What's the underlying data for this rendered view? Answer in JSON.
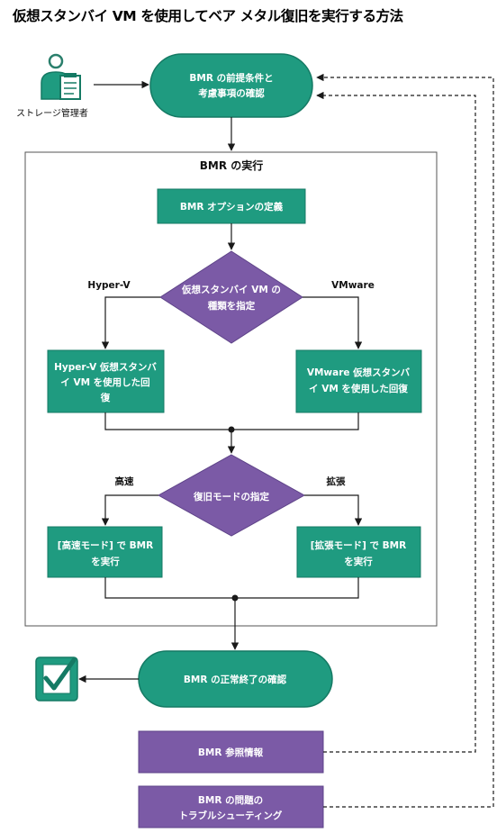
{
  "title": "仮想スタンバイ VM を使用してベア メタル復旧を実行する方法",
  "colors": {
    "teal": "#1f9b80",
    "teal_dark": "#157a64",
    "purple": "#7b5aa6",
    "purple_dark": "#5e4388",
    "line": "#1a1a1a"
  },
  "actor": {
    "label": "ストレージ管理者",
    "icon": "storage-admin-icon"
  },
  "nodes": {
    "prereq": [
      "BMR の前提条件と",
      "考慮事項の確認"
    ],
    "bmr_group": "BMR の実行",
    "define_options": "BMR オプションの定義",
    "vm_type": [
      "仮想スタンバイ VM の",
      "種類を指定"
    ],
    "hyperv_recover": [
      "Hyper-V 仮想スタンバ",
      "イ VM を使用した回",
      "復"
    ],
    "vmware_recover": [
      "VMware 仮想スタンバ",
      "イ VM を使用した回復"
    ],
    "recovery_mode": "復旧モードの指定",
    "express": [
      "[高速モード] で BMR",
      "を実行"
    ],
    "advanced": [
      "[拡張モード] で BMR",
      "を実行"
    ],
    "verify": "BMR の正常終了の確認",
    "reference": "BMR 参照情報",
    "troubleshoot": [
      "BMR の問題の",
      "トラブルシューティング"
    ]
  },
  "branches": {
    "hyperv": "Hyper-V",
    "vmware": "VMware",
    "express": "高速",
    "advanced": "拡張"
  },
  "check_icon": "checkmark-icon"
}
